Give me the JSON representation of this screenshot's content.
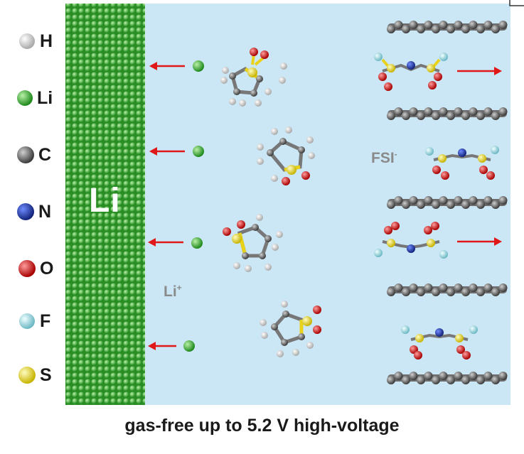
{
  "legend": [
    {
      "symbol": "H",
      "color": "#f2f2f2"
    },
    {
      "symbol": "Li",
      "color": "#46b33a"
    },
    {
      "symbol": "C",
      "color": "#6a6a6a"
    },
    {
      "symbol": "N",
      "color": "#1f3f9e"
    },
    {
      "symbol": "O",
      "color": "#e01818"
    },
    {
      "symbol": "F",
      "color": "#a6e2ea"
    },
    {
      "symbol": "S",
      "color": "#f2e21a"
    }
  ],
  "electrode_label": "Li",
  "cation_label": "Li",
  "cation_charge": "+",
  "anion_label": "FSI",
  "anion_charge": "-",
  "caption": "gas-free up to 5.2 V high-voltage",
  "colors": {
    "electrolyte": "#cbe7f6",
    "lithium_green": "#2e9b2a",
    "arrow_red": "#e01818",
    "graphite_gray": "#777777"
  }
}
